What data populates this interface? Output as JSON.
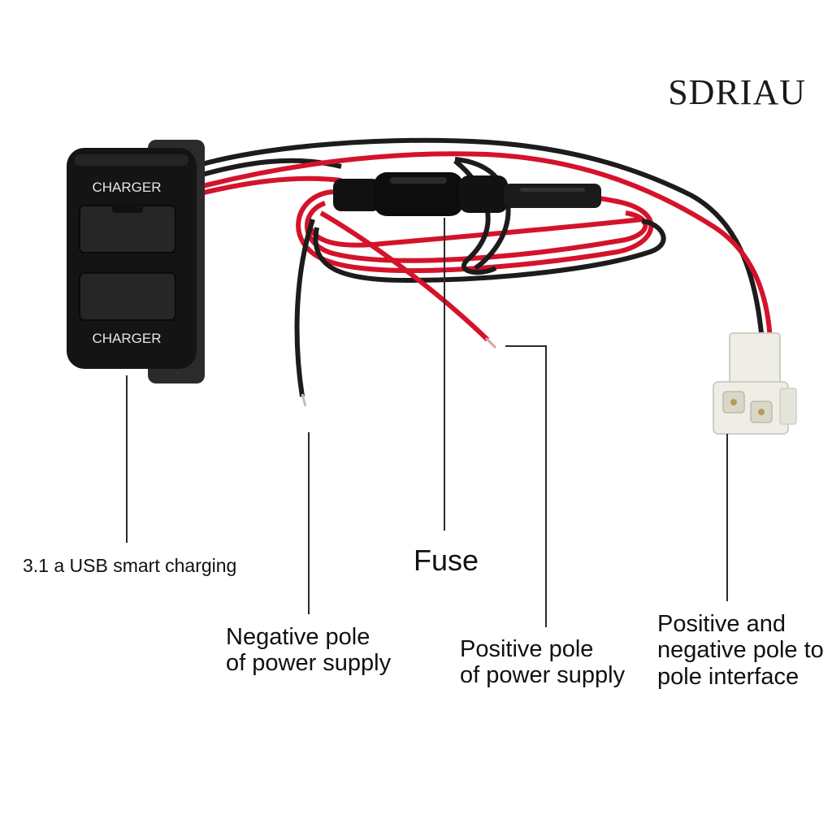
{
  "brand": {
    "name": "SDRIAU"
  },
  "product": {
    "port_label_top": "CHARGER",
    "port_label_bottom": "CHARGER"
  },
  "callouts": {
    "usb": {
      "lines": [
        "3.1 a USB smart charging"
      ]
    },
    "fuse": {
      "lines": [
        "Fuse"
      ]
    },
    "negative": {
      "lines": [
        "Negative pole",
        "of power supply"
      ]
    },
    "positive": {
      "lines": [
        "Positive pole",
        "of power supply"
      ]
    },
    "interface": {
      "lines": [
        "Positive and",
        "negative pole to",
        "pole interface"
      ]
    }
  },
  "colors": {
    "wire_red": "#d4132a",
    "wire_black": "#1c1c1c",
    "housing": "#141414",
    "connector": "#efeee6",
    "leader": "#2a2a2a"
  }
}
